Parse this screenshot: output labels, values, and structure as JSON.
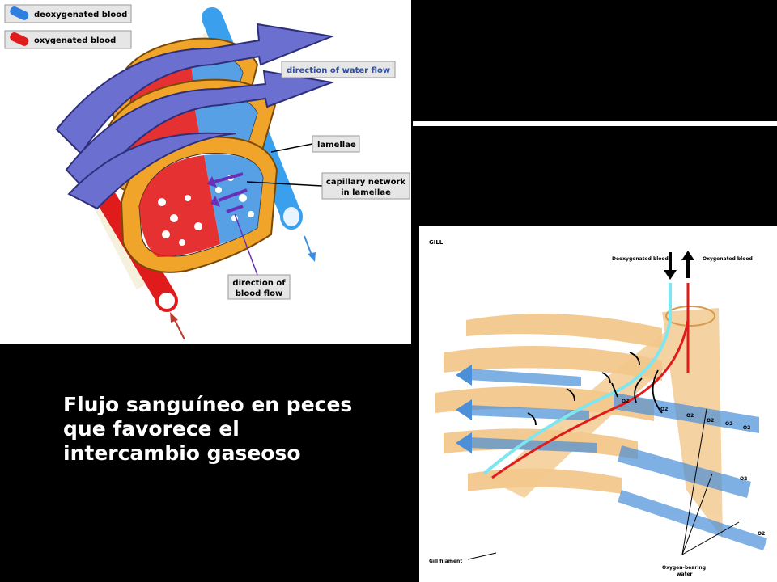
{
  "left_diagram": {
    "legend": [
      {
        "label": "deoxygenated blood",
        "color": "#2f7fe0"
      },
      {
        "label": "oxygenated blood",
        "color": "#e01b1b"
      }
    ],
    "labels": {
      "water_flow": "direction of water flow",
      "lamellae": "lamellae",
      "capillary_line1": "capillary network",
      "capillary_line2": "in lamellae",
      "blood_flow_line1": "direction of",
      "blood_flow_line2": "blood flow"
    }
  },
  "right_diagram": {
    "title": "GILL",
    "deoxygenated_label": "Deoxygenated blood",
    "oxygenated_label": "Oxygenated blood",
    "gill_filament_label": "Gill filament",
    "oxygen_water_line1": "Oxygen-bearing",
    "oxygen_water_line2": "water",
    "o2_mark": "O2"
  },
  "caption": {
    "line1": "Flujo sanguíneo en peces",
    "line2": "que favorece el",
    "line3": "intercambio gaseoso"
  },
  "colors": {
    "water_arrow": "#6b6fcf",
    "lamella_orange": "#f0a42a",
    "deoxy_blue": "#3aa0ee",
    "oxy_red": "#e01b1b",
    "gill_tan": "#f3c88c",
    "water_blue": "#4a8fd8"
  }
}
